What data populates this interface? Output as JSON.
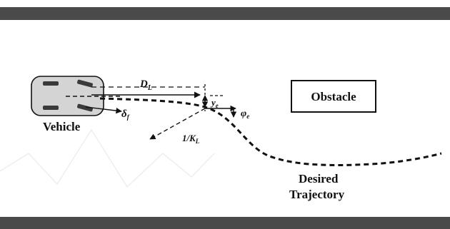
{
  "labels": {
    "obstacle": "Obstacle",
    "vehicle": "Vehicle",
    "desired_line1": "Desired",
    "desired_line2": "Trajectory",
    "lookahead_distance_base": "D",
    "lookahead_distance_sub": "L",
    "lateral_error_base": "y",
    "lateral_error_sub": "e",
    "heading_error_base": "φ",
    "heading_error_sub": "e",
    "curvature_radius_base": "1/K",
    "curvature_radius_sub": "L",
    "steering_angle_base": "δ",
    "steering_angle_sub": "f"
  },
  "colors": {
    "road_edge": "#4a4a4a",
    "vehicle_fill": "#d4d4d4",
    "wheel": "#3a3a3a",
    "ink": "#111111"
  }
}
